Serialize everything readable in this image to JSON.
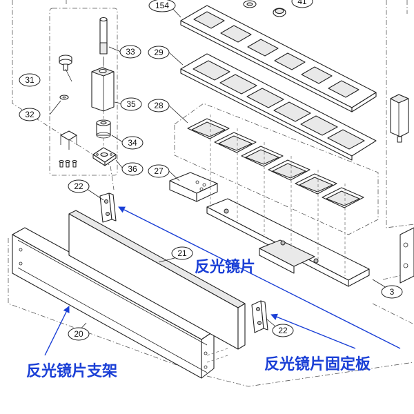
{
  "callouts": {
    "c154": "154",
    "c41": "41",
    "c33": "33",
    "c29": "29",
    "c31": "31",
    "c32": "32",
    "c35": "35",
    "c28": "28",
    "c34": "34",
    "c36": "36",
    "c27": "27",
    "c22a": "22",
    "c21": "21",
    "c3": "3",
    "c22b": "22",
    "c20": "20"
  },
  "labels": {
    "reflector": "反光镜片",
    "reflector_bracket": "反光镜片支架",
    "reflector_fixing_plate": "反光镜片固定板"
  },
  "colors": {
    "label": "#1a3fd6",
    "line": "#222222"
  }
}
